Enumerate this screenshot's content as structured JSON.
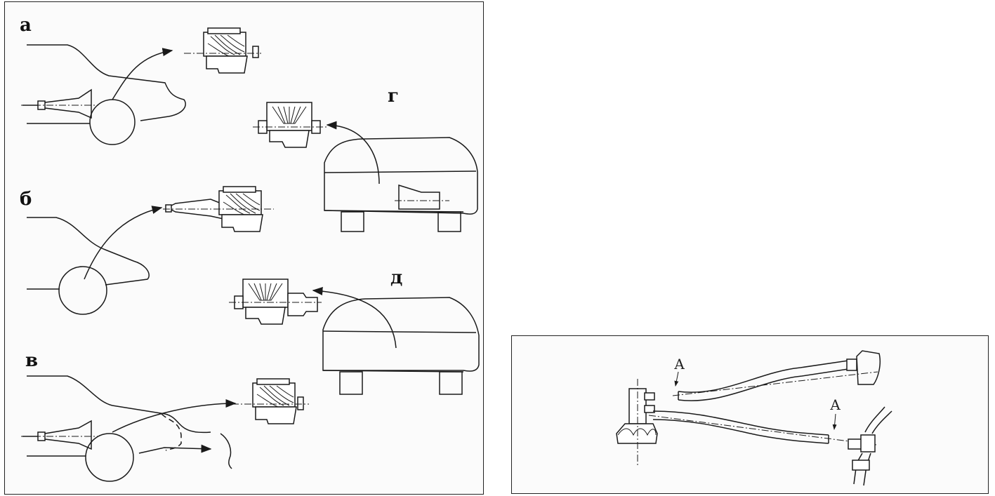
{
  "labels": {
    "a": "а",
    "b": "б",
    "v": "в",
    "g": "г",
    "d": "д"
  },
  "detail": {
    "label_top": "А",
    "label_bottom": "А"
  }
}
